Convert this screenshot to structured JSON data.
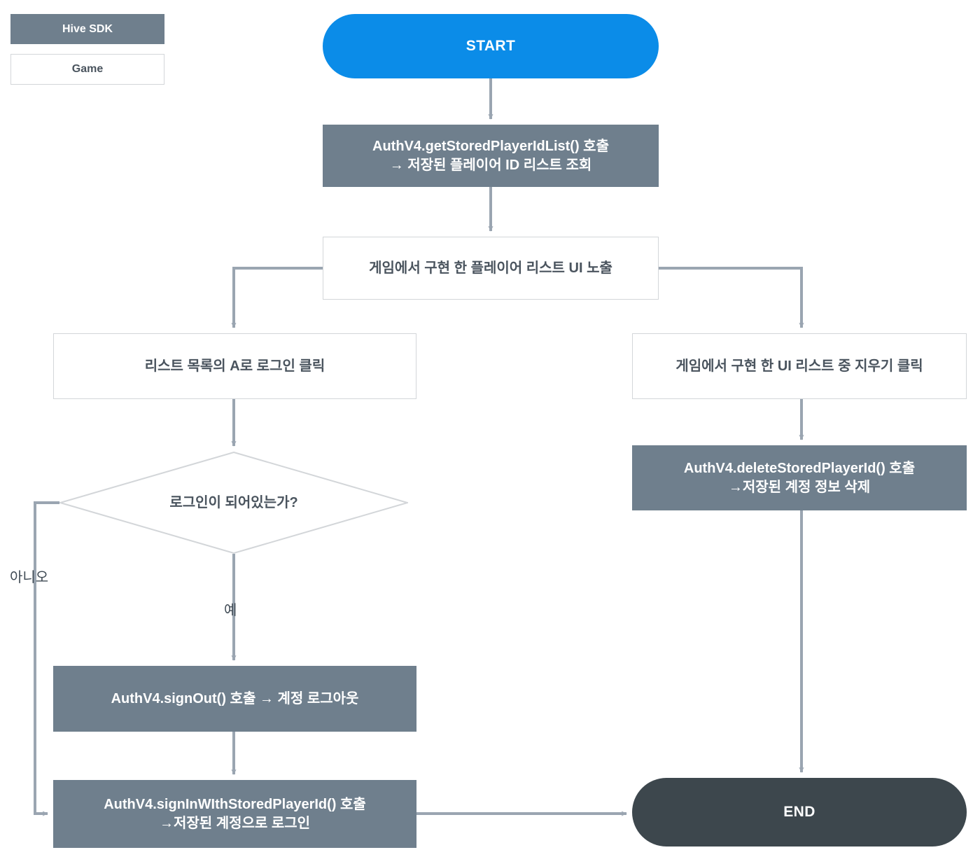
{
  "diagram": {
    "title": "Hive SDK stored player ID login flow",
    "type": "flowchart",
    "colors": {
      "sdk_fill": "#6f7f8d",
      "sdk_text": "#ffffff",
      "game_fill": "#ffffff",
      "game_border": "#d3d6d9",
      "game_text": "#4a545e",
      "start_fill": "#0b8ce8",
      "end_fill": "#3d474d",
      "edge": "#9aa5b1",
      "background": "#ffffff"
    }
  },
  "legend": {
    "items": [
      {
        "label": "Hive SDK",
        "style": "sdk"
      },
      {
        "label": "Game",
        "style": "game"
      }
    ]
  },
  "nodes": {
    "start": {
      "label": "START",
      "shape": "terminal",
      "style": "start"
    },
    "get_stored_list": {
      "label": "AuthV4.getStoredPlayerIdList() 호출\n→ 저장된 플레이어 ID 리스트 조회",
      "shape": "process",
      "style": "sdk"
    },
    "player_list_ui": {
      "label": "게임에서 구현 한 플레이어 리스트 UI 노출",
      "shape": "process",
      "style": "game"
    },
    "login_click": {
      "label": "리스트 목록의 A로 로그인 클릭",
      "shape": "process",
      "style": "game"
    },
    "delete_click": {
      "label": "게임에서 구현 한 UI 리스트 중 지우기 클릭",
      "shape": "process",
      "style": "game"
    },
    "decision": {
      "label": "로그인이 되어있는가?",
      "shape": "decision",
      "style": "game"
    },
    "delete_stored": {
      "label": "AuthV4.deleteStoredPlayerId() 호출\n→저장된 계정 정보 삭제",
      "shape": "process",
      "style": "sdk"
    },
    "signout": {
      "label": "AuthV4.signOut() 호출 → 계정 로그아웃",
      "shape": "process",
      "style": "sdk"
    },
    "signin_stored": {
      "label": "AuthV4.signInWIthStoredPlayerId() 호출\n→저장된 계정으로 로그인",
      "shape": "process",
      "style": "sdk"
    },
    "end": {
      "label": "END",
      "shape": "terminal",
      "style": "end"
    }
  },
  "edge_labels": {
    "yes": "예",
    "no": "아니오"
  },
  "edges": [
    {
      "from": "start",
      "to": "get_stored_list",
      "label": ""
    },
    {
      "from": "get_stored_list",
      "to": "player_list_ui",
      "label": ""
    },
    {
      "from": "player_list_ui",
      "to": "login_click",
      "label": ""
    },
    {
      "from": "player_list_ui",
      "to": "delete_click",
      "label": ""
    },
    {
      "from": "login_click",
      "to": "decision",
      "label": ""
    },
    {
      "from": "decision",
      "to": "signout",
      "label": "예"
    },
    {
      "from": "decision",
      "to": "signin_stored",
      "label": "아니오"
    },
    {
      "from": "signout",
      "to": "signin_stored",
      "label": ""
    },
    {
      "from": "signin_stored",
      "to": "end",
      "label": ""
    },
    {
      "from": "delete_click",
      "to": "delete_stored",
      "label": ""
    },
    {
      "from": "delete_stored",
      "to": "end",
      "label": ""
    }
  ]
}
